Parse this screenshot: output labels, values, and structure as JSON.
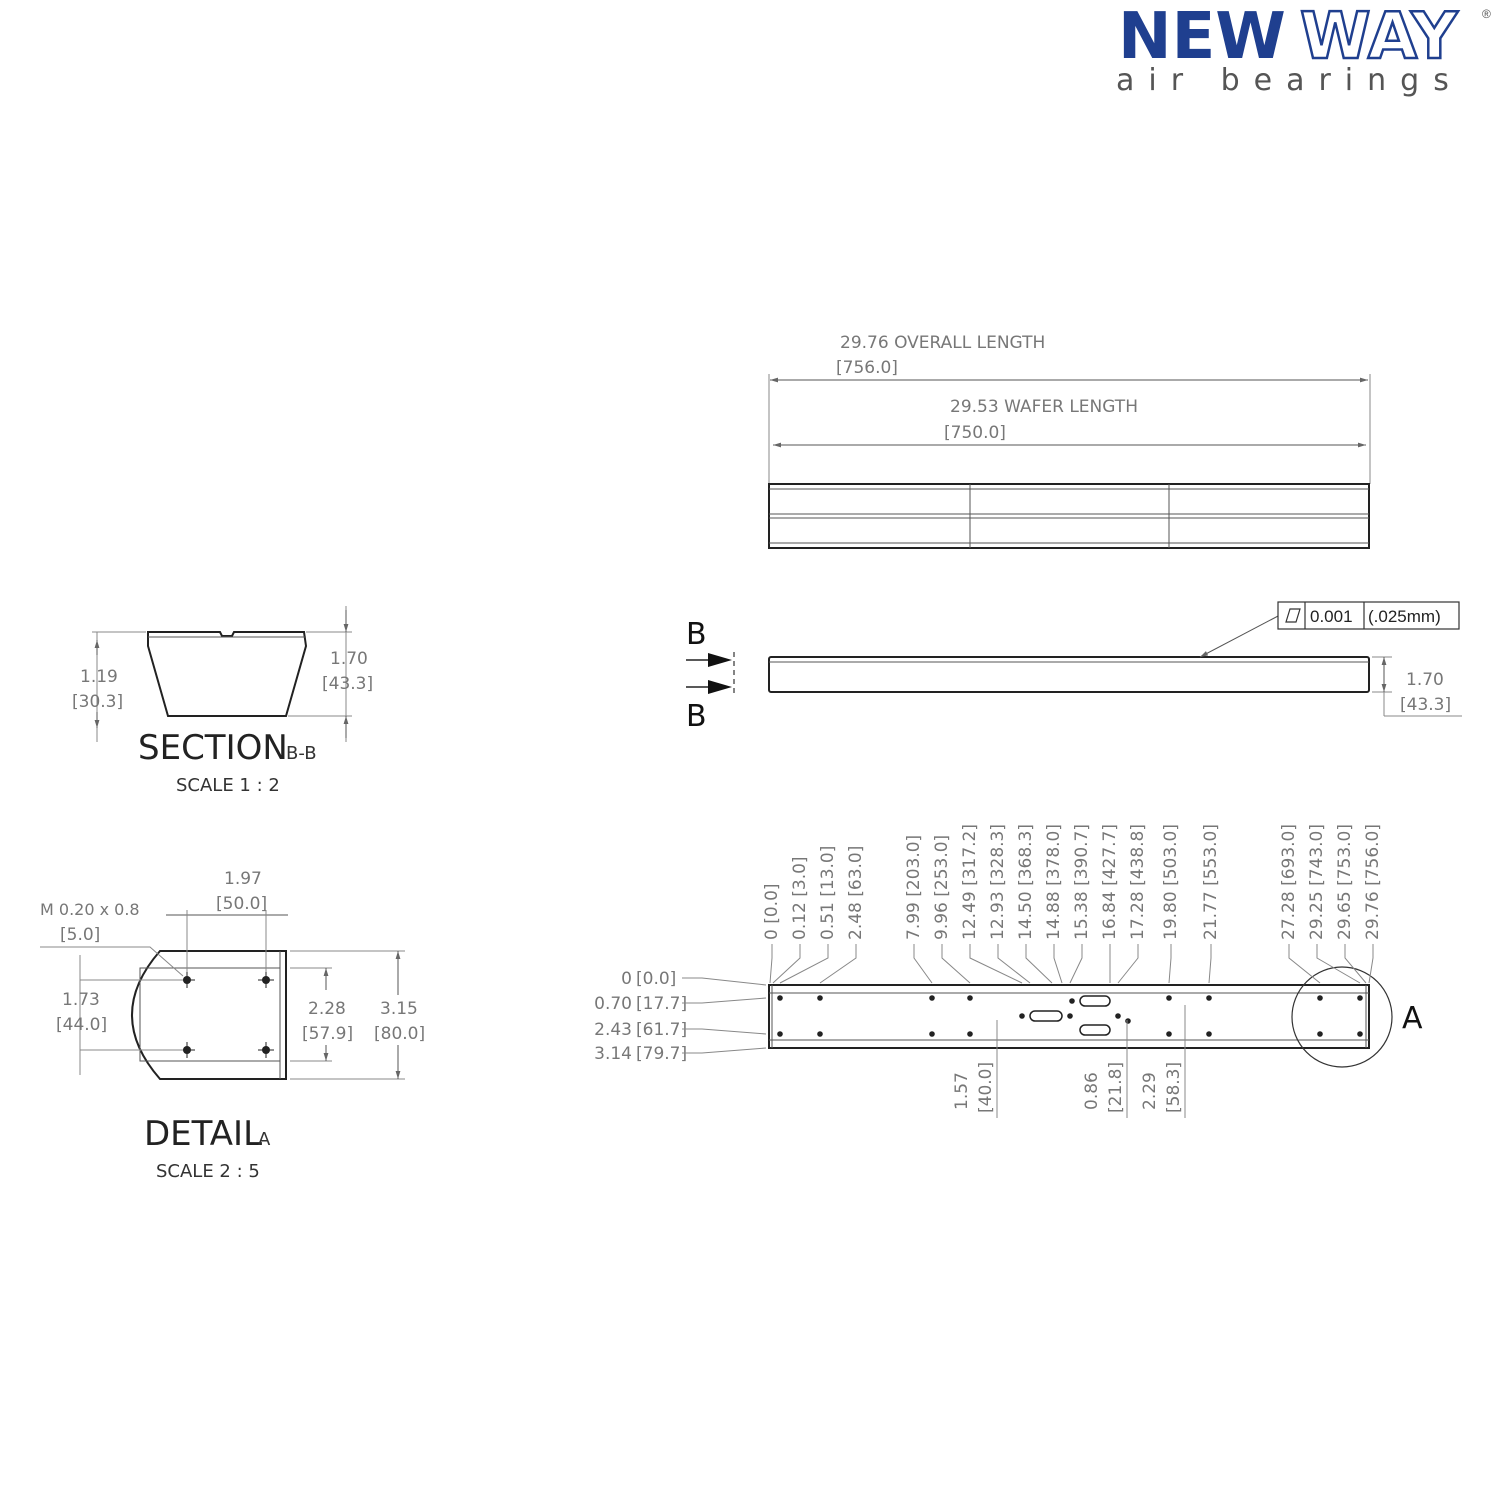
{
  "brand": {
    "name_bold": "NEW",
    "name_outline": "WAY",
    "registered": "®",
    "tagline": "air bearings",
    "color_navy": "#1f3f8f"
  },
  "top_view": {
    "overall_length": "29.76  OVERALL LENGTH",
    "overall_length_mm": "[756.0]",
    "wafer_length": "29.53  WAFER LENGTH",
    "wafer_length_mm": "[750.0]"
  },
  "side_view": {
    "section_letter_top": "B",
    "section_letter_bottom": "B",
    "flatness_value": "0.001",
    "flatness_mm": "(.025mm)",
    "height": "1.70",
    "height_mm": "[43.3]"
  },
  "section_bb": {
    "left_dim": "1.19",
    "left_dim_mm": "[30.3]",
    "right_dim": "1.70",
    "right_dim_mm": "[43.3]",
    "title": "SECTION",
    "title_suffix": "B-B",
    "scale": "SCALE  1 : 2"
  },
  "detail_a": {
    "thread": "M 0.20 x 0.8",
    "thread_mm": "[5.0]",
    "top_dim": "1.97",
    "top_dim_mm": "[50.0]",
    "left_dim": "1.73",
    "left_dim_mm": "[44.0]",
    "inner_dim": "2.28",
    "inner_dim_mm": "[57.9]",
    "outer_dim": "3.15",
    "outer_dim_mm": "[80.0]",
    "title": "DETAIL",
    "title_suffix": "A",
    "scale": "SCALE  2 : 5"
  },
  "bottom_view": {
    "detail_label": "A",
    "x_ordinates": [
      "0 [0.0]",
      "0.12 [3.0]",
      "0.51 [13.0]",
      "2.48 [63.0]",
      "7.99 [203.0]",
      "9.96 [253.0]",
      "12.49 [317.2]",
      "12.93 [328.3]",
      "14.50 [368.3]",
      "14.88 [378.0]",
      "15.38 [390.7]",
      "16.84 [427.7]",
      "17.28 [438.8]",
      "19.80 [503.0]",
      "21.77 [553.0]",
      "27.28 [693.0]",
      "29.25 [743.0]",
      "29.65 [753.0]",
      "29.76 [756.0]"
    ],
    "y_ordinates": [
      {
        "value": "0",
        "mm": "[0.0]"
      },
      {
        "value": "0.70",
        "mm": "[17.7]"
      },
      {
        "value": "2.43",
        "mm": "[61.7]"
      },
      {
        "value": "3.14",
        "mm": "[79.7]"
      }
    ],
    "bottom_dims": [
      {
        "value": "1.57",
        "mm": "[40.0]"
      },
      {
        "value": "0.86",
        "mm": "[21.8]"
      },
      {
        "value": "2.29",
        "mm": "[58.3]"
      }
    ]
  }
}
